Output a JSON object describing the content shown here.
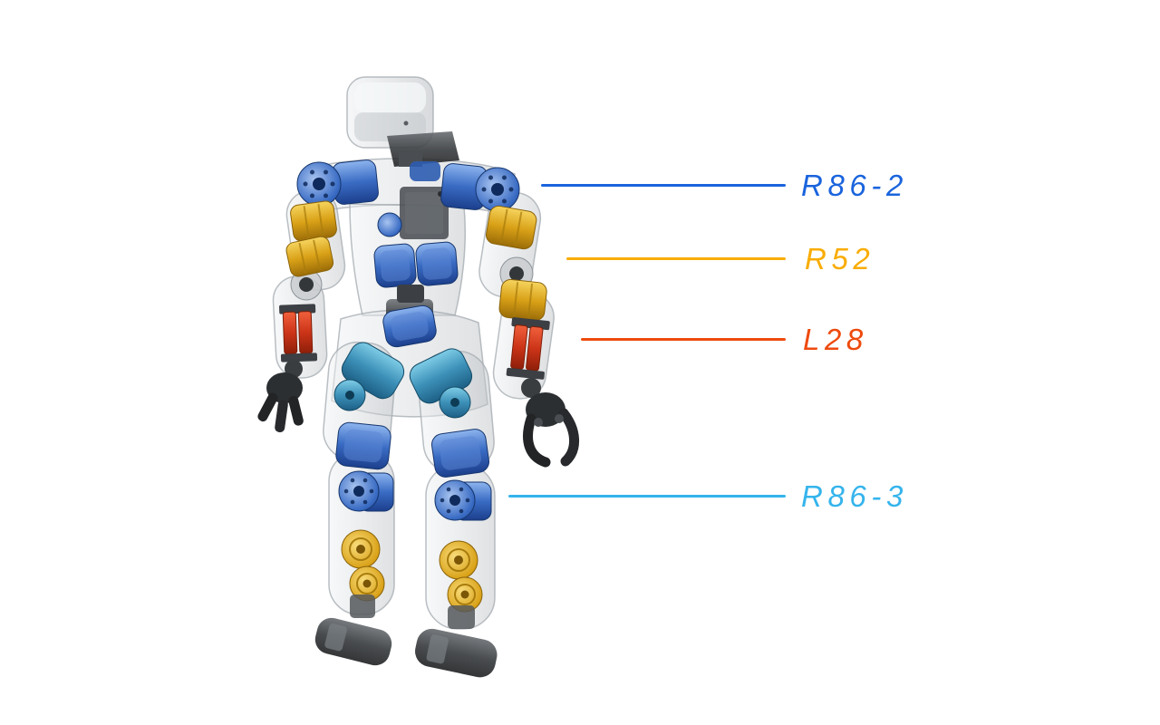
{
  "figure": {
    "background_color": "#ffffff",
    "callouts": [
      {
        "label": "R86-2",
        "color": "#1a64dd"
      },
      {
        "label": "R52",
        "color": "#f9ac00"
      },
      {
        "label": "L28",
        "color": "#ee4a0e"
      },
      {
        "label": "R86-3",
        "color": "#35b4ec"
      }
    ],
    "illustration": {
      "name": "humanoid-robot-actuator-cutaway",
      "colors": {
        "shell_gray": "#d8dbde",
        "actuator_blue": "#2f5fb4",
        "actuator_gold": "#d9a117",
        "actuator_red": "#cc3a1c",
        "actuator_teal": "#3c90b8",
        "hardware_dark": "#3a3d40"
      }
    }
  }
}
